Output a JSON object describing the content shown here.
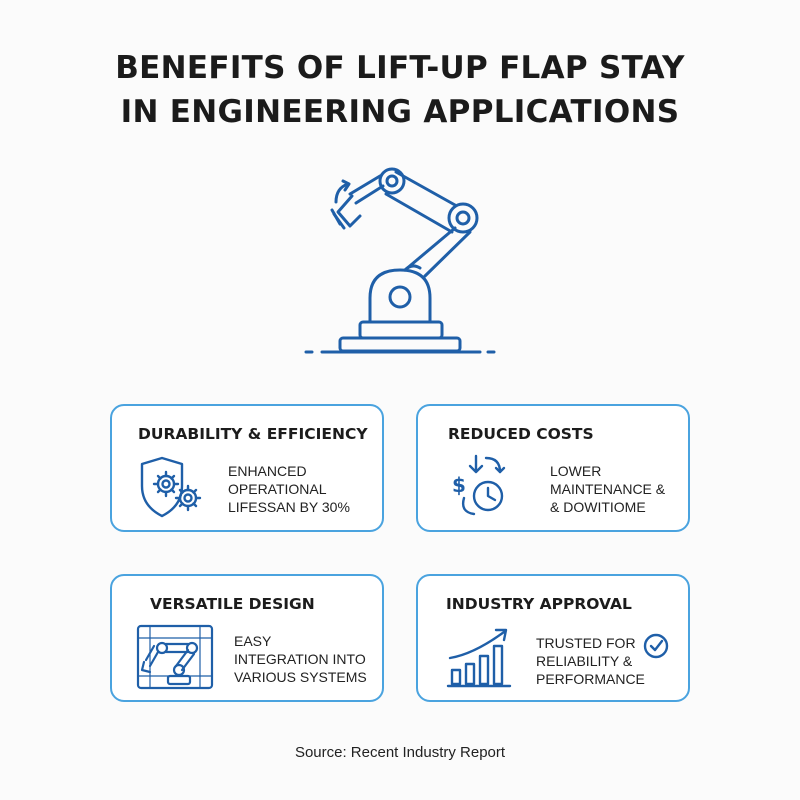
{
  "title": {
    "line1": "BENEFITS OF LIFT-UP FLAP STAY",
    "line2": "IN ENGINEERING APPLICATIONS"
  },
  "hero": {
    "icon": "robotic-arm-icon"
  },
  "cards": [
    {
      "title": "DURABILITY & EFFICIENCY",
      "icon": "shield-gears-icon",
      "lines": [
        "ENHANCED",
        "OPERATIONAL",
        "LIFESSAN BY 30%"
      ]
    },
    {
      "title": "REDUCED COSTS",
      "icon": "dollar-clock-icon",
      "lines": [
        "LOWER",
        "MAINTENANCE &",
        "& DOWITIOME"
      ]
    },
    {
      "title": "VERSATILE DESIGN",
      "icon": "robot-arm-blueprint-icon",
      "lines": [
        "EASY",
        "INTEGRATION INTO",
        "VARIOUS SYSTEMS"
      ]
    },
    {
      "title": "INDUSTRY APPROVAL",
      "icon": "growth-chart-icon",
      "lines": [
        "TRUSTED FOR",
        "RELIABILITY &",
        "PERFORMANCE"
      ],
      "badge_icon": "check-circle-icon"
    }
  ],
  "source": "Source: Recent Industry Report",
  "colors": {
    "accent": "#4aa3df",
    "icon_blue": "#1f5fa8",
    "text": "#1c1c1c"
  }
}
